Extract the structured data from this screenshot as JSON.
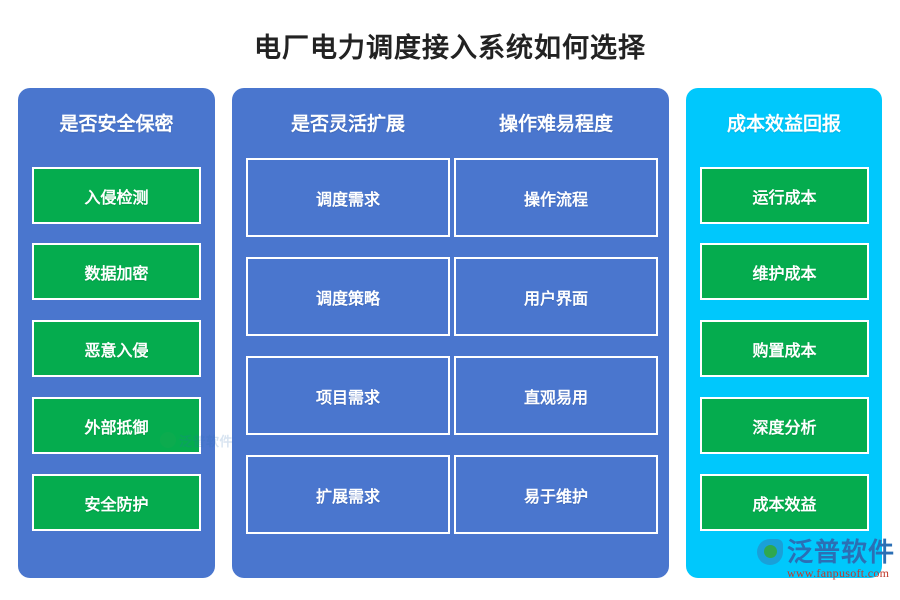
{
  "title": "电厂电力调度接入系统如何选择",
  "colors": {
    "blue": "#4A76CE",
    "green": "#05AC4E",
    "cyan": "#00C8FC",
    "title_text": "#222222",
    "box_text": "#FFFFFF",
    "box_border": "#FFFFFF",
    "brand_blue": "#2B6FB5",
    "brand_green": "#2FA84F",
    "brand_url_red": "#C0392B"
  },
  "panels": [
    {
      "id": "security",
      "header": "是否安全保密",
      "panel_color": "#4A76CE",
      "item_style": "green",
      "items": [
        "入侵检测",
        "数据加密",
        "恶意入侵",
        "外部抵御",
        "安全防护"
      ]
    },
    {
      "id": "scalability",
      "header": "是否灵活扩展",
      "panel_color": "#4A76CE",
      "item_style": "blue",
      "items": [
        "调度需求",
        "调度策略",
        "项目需求",
        "扩展需求"
      ]
    },
    {
      "id": "usability",
      "header": "操作难易程度",
      "panel_color": "#4A76CE",
      "item_style": "blue",
      "items": [
        "操作流程",
        "用户界面",
        "直观易用",
        "易于维护"
      ]
    },
    {
      "id": "cost-benefit",
      "header": "成本效益回报",
      "panel_color": "#00C8FC",
      "item_style": "green",
      "items": [
        "运行成本",
        "维护成本",
        "购置成本",
        "深度分析",
        "成本效益"
      ]
    }
  ],
  "watermark": {
    "faint_text": "泛普软件"
  },
  "brand": {
    "name": "泛普软件",
    "url": "www.fanpusoft.com"
  }
}
